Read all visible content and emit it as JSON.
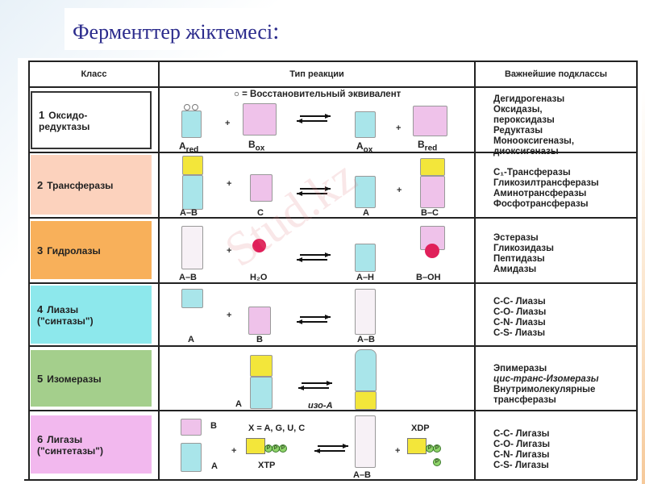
{
  "title": {
    "text": "Ферменттер жіктемесі",
    "colon": ":"
  },
  "table": {
    "headers": [
      "Класс",
      "Тип реакции",
      "Важнейшие подклассы"
    ],
    "reducing_equivalent_note": "○ = Восстановительный эквивалент",
    "rows": [
      {
        "num": "1",
        "name": "Оксидо-\nредуктазы",
        "color": "#ffffff",
        "subclasses": [
          "Дегидрогеназы",
          "Оксидазы,",
          "пероксидазы",
          "Редуктазы",
          "Монооксигеназы,",
          "диоксигеназы"
        ],
        "labels": [
          "A",
          "red",
          "B",
          "ox",
          "A",
          "ox",
          "B",
          "red"
        ]
      },
      {
        "num": "2",
        "name": "Трансферазы",
        "color": "#fcd2bd",
        "subclasses": [
          "C₁-Трансферазы",
          "Гликозилтрансферазы",
          "Аминотрансферазы",
          "Фосфотрансферазы"
        ],
        "labels": [
          "A–B",
          "C",
          "A",
          "B–C"
        ]
      },
      {
        "num": "3",
        "name": "Гидролазы",
        "color": "#f8b05a",
        "subclasses": [
          "Эстеразы",
          "Гликозидазы",
          "Пептидазы",
          "Амидазы"
        ],
        "labels": [
          "A–B",
          "H₂O",
          "A–H",
          "B–OH"
        ]
      },
      {
        "num": "4",
        "name": "Лиазы\n(\"синтазы\")",
        "color": "#8de8ec",
        "subclasses": [
          "C-C- Лиазы",
          "C-O- Лиазы",
          "C-N- Лиазы",
          "C-S- Лиазы"
        ],
        "labels": [
          "A",
          "B",
          "A–B"
        ]
      },
      {
        "num": "5",
        "name": "Изомеразы",
        "color": "#a4cf8c",
        "subclasses": [
          "Эпимеразы",
          "цис-транс-Изомеразы",
          "Внутримолекулярные",
          "трансферазы"
        ],
        "labels": [
          "A",
          "изо-А"
        ]
      },
      {
        "num": "6",
        "name": "Лигазы\n(\"синтетазы\")",
        "color": "#f2b8ee",
        "subclasses": [
          "C-C- Лигазы",
          "C-O- Лигазы",
          "C-N- Лигазы",
          "C-S- Лигазы"
        ],
        "labels": [
          "B",
          "A",
          "X = A, G, U, C",
          "XTP",
          "A–B",
          "XDP"
        ],
        "phosphate": "P"
      }
    ]
  },
  "watermark": "Stud.kz"
}
